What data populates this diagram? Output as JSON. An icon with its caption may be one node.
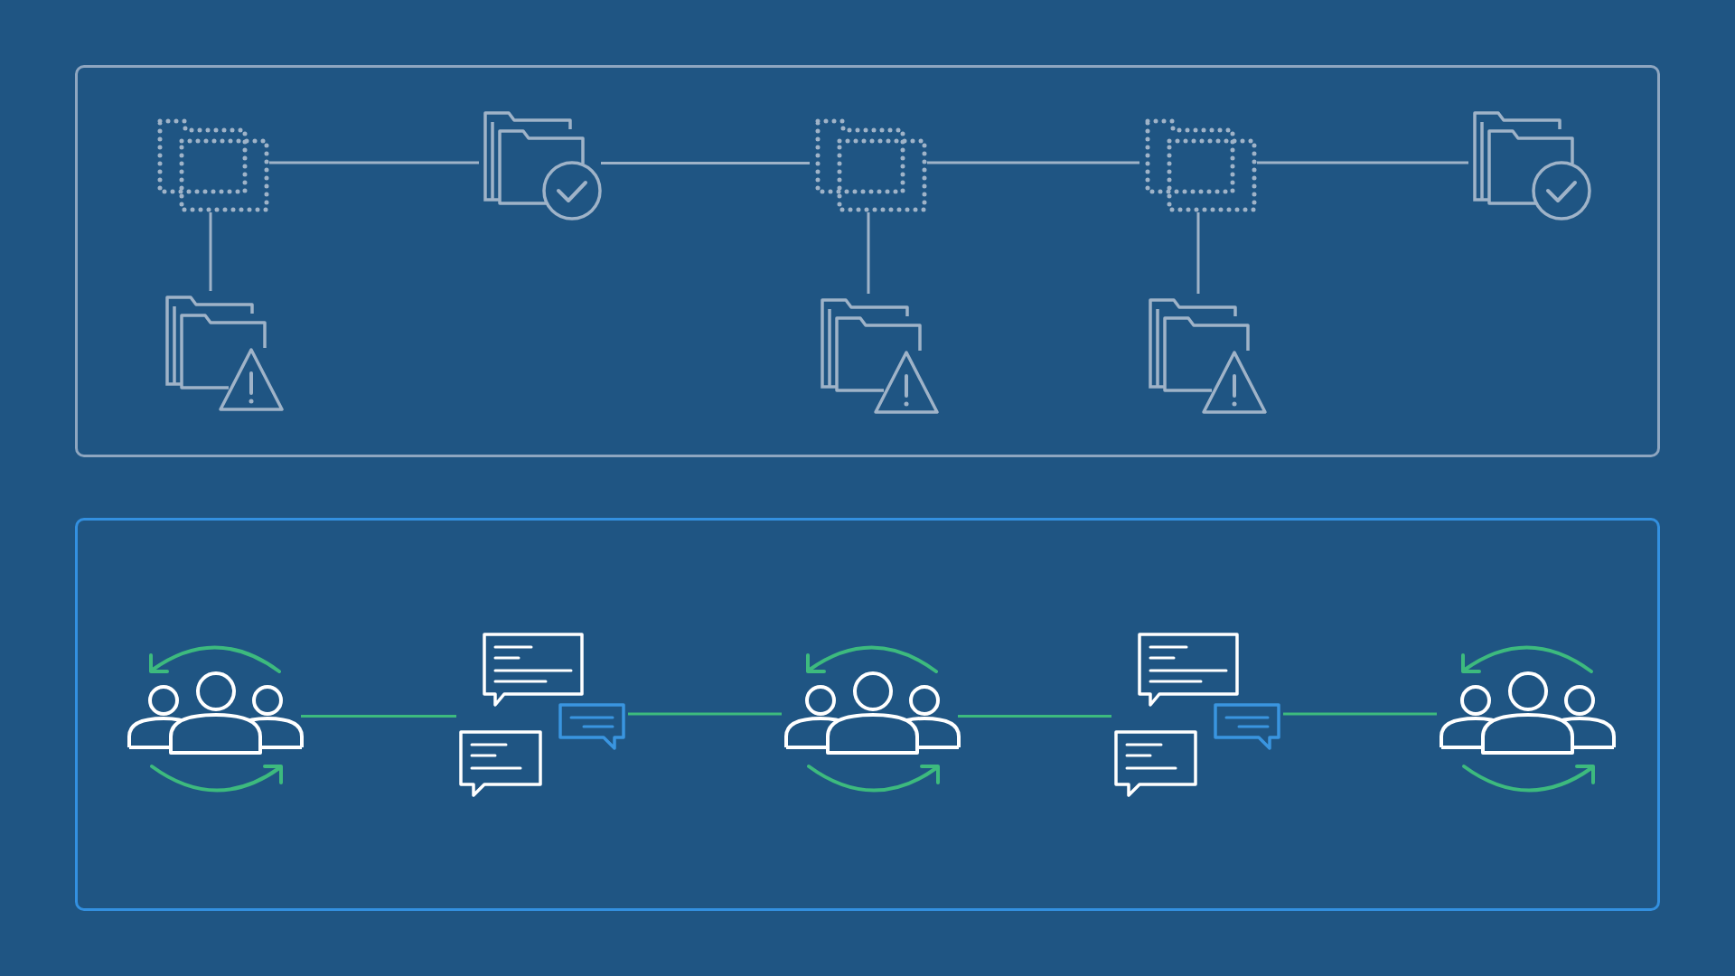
{
  "diagram": {
    "nodes": [
      {
        "text": [],
        "shape": "box"
      },
      {
        "text": [],
        "shape": "picture",
        "in": 0
      },
      {
        "text": [],
        "shape": "picture",
        "in": 0
      },
      {
        "text": [],
        "shape": "picture",
        "in": 0
      },
      {
        "text": [],
        "shape": "picture",
        "in": 0
      },
      {
        "text": [],
        "shape": "picture",
        "in": 0
      },
      {
        "text": [],
        "shape": "picture",
        "in": 0
      },
      {
        "text": [],
        "shape": "picture",
        "in": 0
      },
      {
        "text": [],
        "shape": "picture",
        "in": 0
      },
      {
        "text": [],
        "shape": "box"
      },
      {
        "text": [],
        "shape": "picture",
        "in": 9
      },
      {
        "text": [],
        "shape": "picture",
        "in": 9
      },
      {
        "text": [],
        "shape": "picture",
        "in": 9
      },
      {
        "text": [],
        "shape": "picture",
        "in": 9
      },
      {
        "text": [],
        "shape": "picture",
        "in": 9
      }
    ],
    "edges": [
      {
        "from": 1,
        "to": 2,
        "arrow": "none"
      },
      {
        "from": 2,
        "to": 3,
        "arrow": "none"
      },
      {
        "from": 3,
        "to": 4,
        "arrow": "none"
      },
      {
        "from": 4,
        "to": 5,
        "arrow": "none"
      },
      {
        "from": 1,
        "to": 6,
        "arrow": "none"
      },
      {
        "from": 3,
        "to": 7,
        "arrow": "none"
      },
      {
        "from": 4,
        "to": 8,
        "arrow": "none"
      },
      {
        "from": 10,
        "to": 11,
        "arrow": "none",
        "color": "#3dba7e"
      },
      {
        "from": 11,
        "to": 12,
        "arrow": "none",
        "color": "#3dba7e"
      },
      {
        "from": 12,
        "to": 13,
        "arrow": "none",
        "color": "#3dba7e"
      },
      {
        "from": 13,
        "to": 14,
        "arrow": "none",
        "color": "#3dba7e"
      }
    ]
  }
}
